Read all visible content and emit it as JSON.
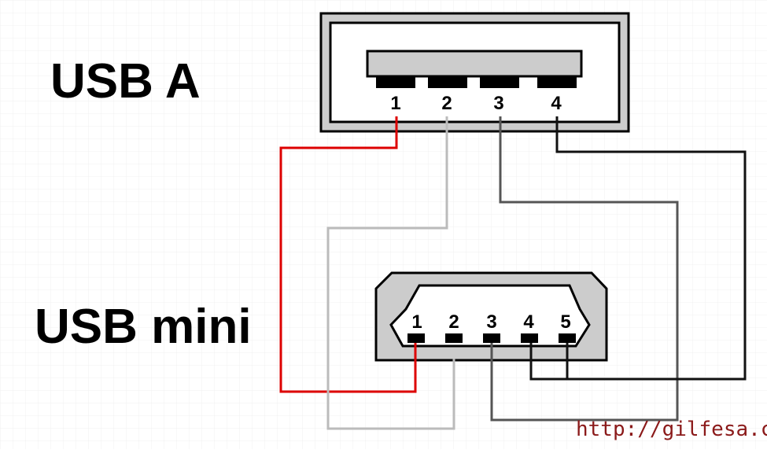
{
  "labels": {
    "usb_a": "USB A",
    "usb_mini": "USB mini",
    "url": "http://gilfesa.com"
  },
  "usb_a_pins": [
    "1",
    "2",
    "3",
    "4"
  ],
  "usb_mini_pins": [
    "1",
    "2",
    "3",
    "4",
    "5"
  ],
  "colors": {
    "background": "#ffffff",
    "grid": "#f3f3f3",
    "connector_grey": "#cccccc",
    "wire_pin1": "#dd0000",
    "wire_pin2": "#bbbbbb",
    "wire_pin3": "#555555",
    "wire_pin4": "#111111",
    "url": "#8b1a1a"
  },
  "wiring": [
    {
      "usb_a_pin": "1",
      "usb_mini_pin": "1"
    },
    {
      "usb_a_pin": "2",
      "usb_mini_pin": "2"
    },
    {
      "usb_a_pin": "3",
      "usb_mini_pin": "3"
    },
    {
      "usb_a_pin": "4",
      "usb_mini_pin": "4"
    },
    {
      "usb_a_pin": "4",
      "usb_mini_pin": "5"
    }
  ]
}
